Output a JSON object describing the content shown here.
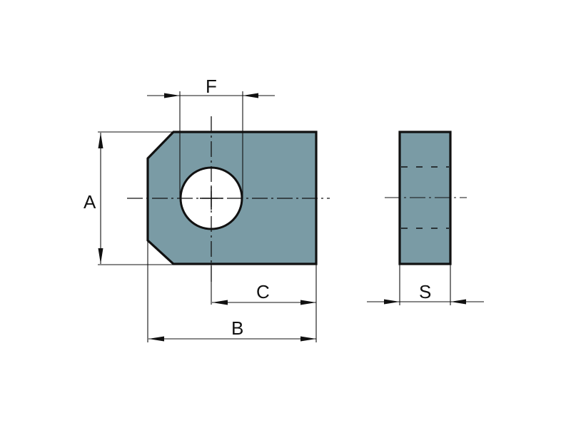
{
  "diagram": {
    "type": "technical-drawing",
    "description": "Rectangular plate with chamfered corners and through hole, front and side views",
    "colors": {
      "part_fill": "#7a9ba5",
      "outline": "#111111",
      "background": "#ffffff",
      "hole_fill": "#ffffff"
    },
    "views": {
      "front": {
        "label": "front-view"
      },
      "side": {
        "label": "side-view"
      }
    },
    "dimensions": {
      "A": {
        "label": "A",
        "meaning": "height"
      },
      "B": {
        "label": "B",
        "meaning": "overall length"
      },
      "C": {
        "label": "C",
        "meaning": "hole center to right edge"
      },
      "F": {
        "label": "F",
        "meaning": "hole diameter"
      },
      "S": {
        "label": "S",
        "meaning": "thickness"
      }
    }
  }
}
